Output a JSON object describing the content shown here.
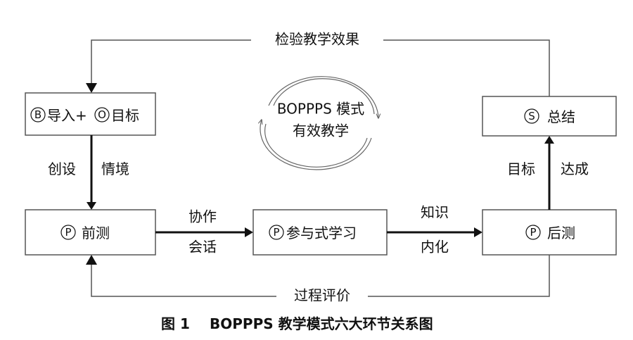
{
  "boxes": {
    "b_o": {
      "mark_b": "B",
      "label1": "导入+",
      "mark_o": "O",
      "label2": "目标"
    },
    "s": {
      "mark": "S",
      "label": "总结"
    },
    "p1": {
      "mark": "P",
      "label": "前测"
    },
    "p2": {
      "mark": "P",
      "label": "参与式学习"
    },
    "p3": {
      "mark": "P",
      "label": "后测"
    }
  },
  "labels": {
    "top_loop": "检验教学效果",
    "bottom_loop": "过程评价",
    "left_1": "创设",
    "left_2": "情境",
    "mid_1_a": "协作",
    "mid_1_b": "会话",
    "mid_2_a": "知识",
    "mid_2_b": "内化",
    "right_1": "目标",
    "right_2": "达成"
  },
  "center": {
    "line1": "BOPPPS 模式",
    "line2": "有效教学"
  },
  "caption": {
    "prefix": "图 1",
    "title": "BOPPPS 教学模式六大环节关系图"
  }
}
